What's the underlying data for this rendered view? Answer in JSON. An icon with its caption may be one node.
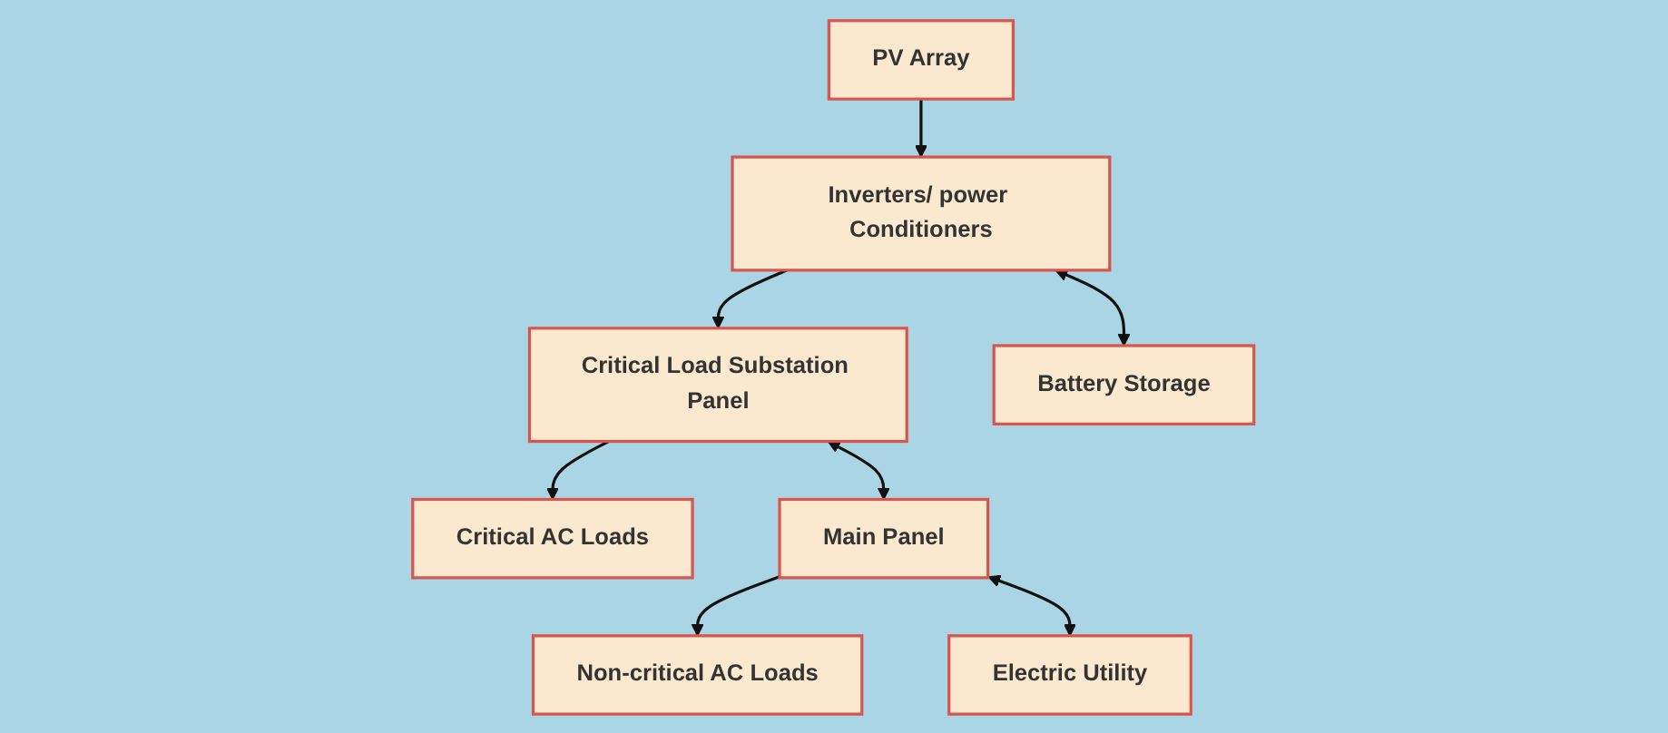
{
  "diagram": {
    "nodes": [
      {
        "text": [
          "PV Array"
        ]
      },
      {
        "text": [
          "Critical AC Loads"
        ]
      },
      {
        "text": [
          "Non-critical AC Loads"
        ]
      },
      {
        "text": [
          "Inverters/ power Conditioners"
        ]
      },
      {
        "text": [
          "Critical Load Substation Panel"
        ]
      },
      {
        "text": [
          "Main Panel"
        ]
      },
      {
        "text": [
          "Battery Storage"
        ]
      },
      {
        "text": [
          "Electric Utility"
        ]
      }
    ],
    "edges": [
      {
        "from": 0,
        "to": 3,
        "arrow": "to"
      },
      {
        "from": 4,
        "to": 1,
        "arrow": "to"
      },
      {
        "from": 5,
        "to": 2,
        "arrow": "to"
      },
      {
        "from": 3,
        "to": 6,
        "arrow": "both"
      },
      {
        "from": 3,
        "to": 4,
        "arrow": "to"
      },
      {
        "from": 4,
        "to": 5,
        "arrow": "both"
      },
      {
        "from": 5,
        "to": 7,
        "arrow": "both"
      }
    ]
  }
}
